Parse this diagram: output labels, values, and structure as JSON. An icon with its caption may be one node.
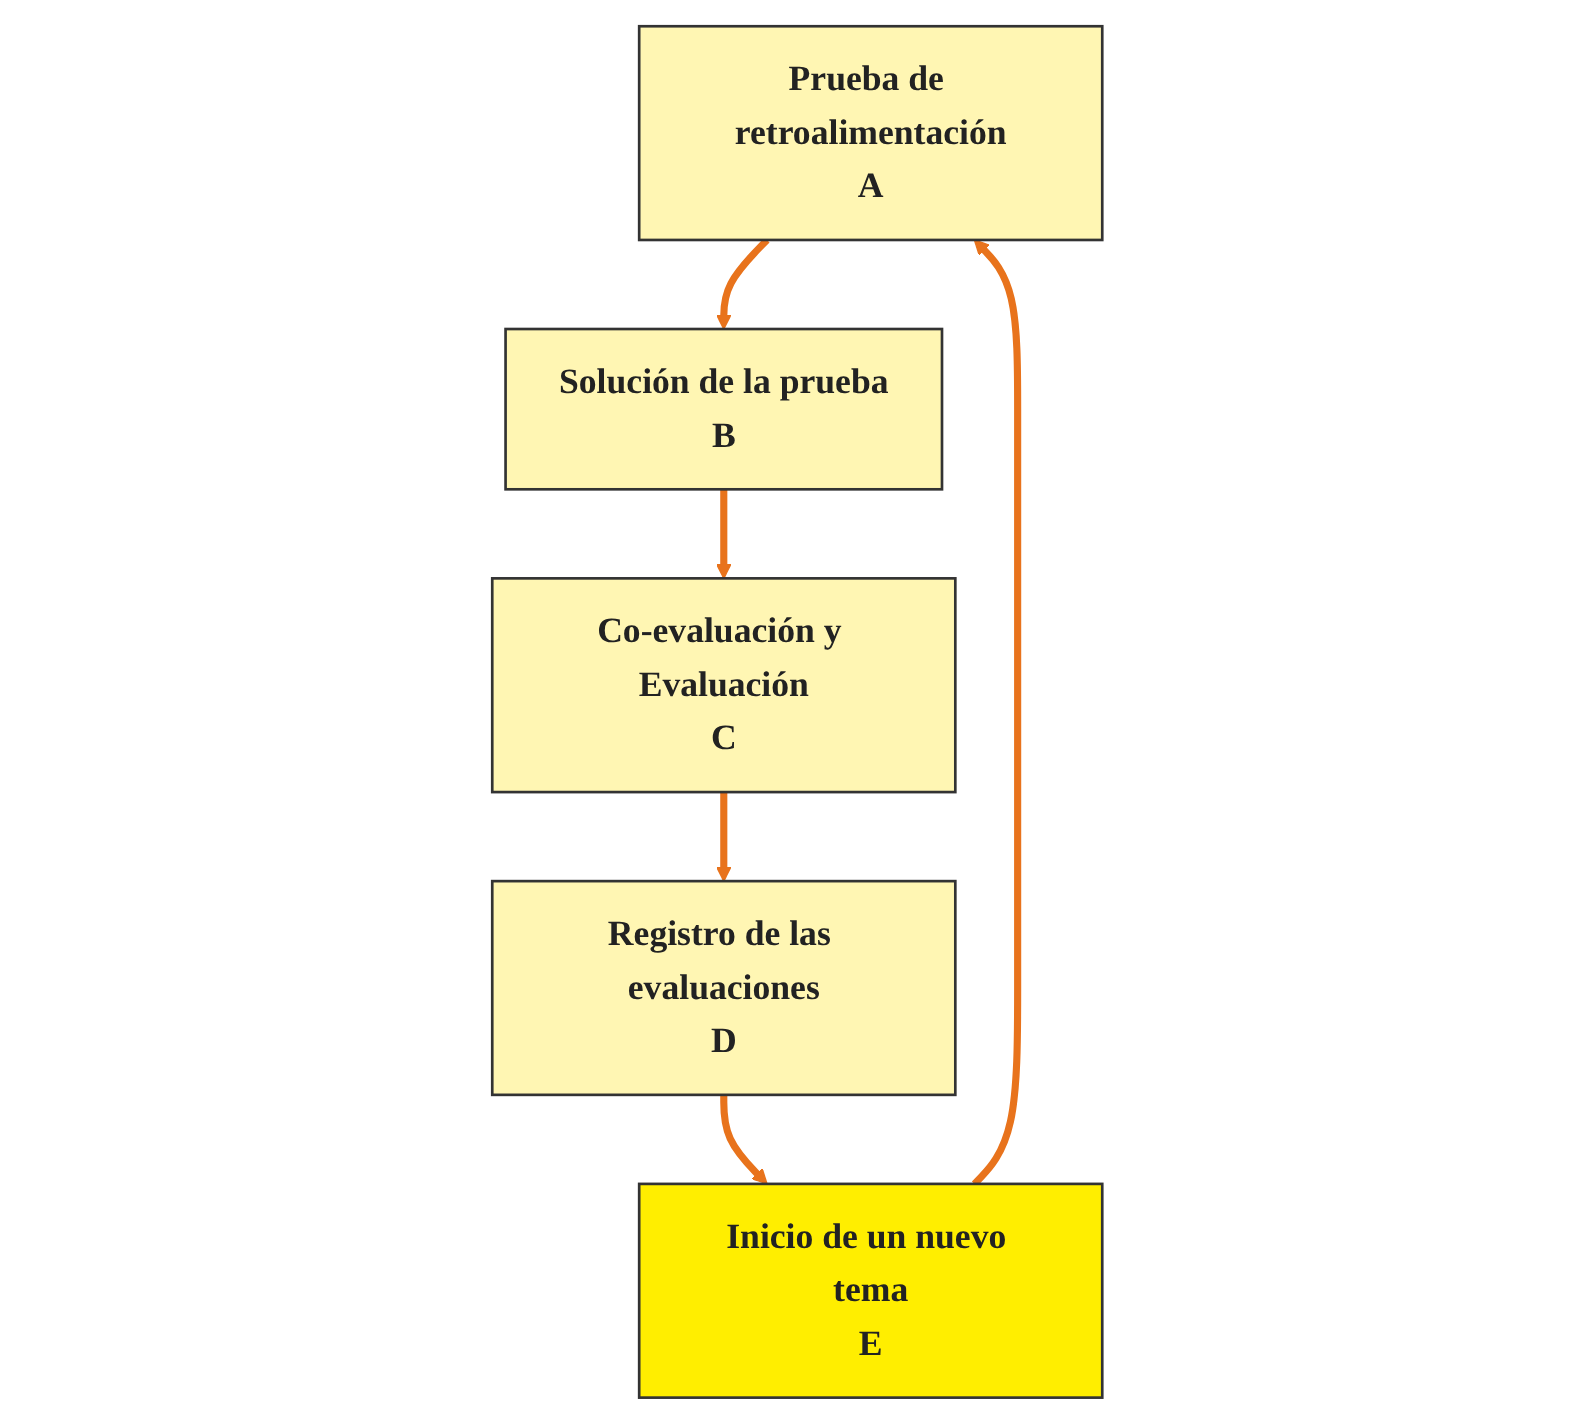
{
  "diagram": {
    "nodes": [
      {
        "text": [
          "Prueba de retroalimentación",
          "A"
        ]
      },
      {
        "text": [
          "Solución de la prueba",
          "B"
        ]
      },
      {
        "text": [
          "Co-evaluación y Evaluación",
          "C"
        ]
      },
      {
        "text": [
          "Registro de las evaluaciones",
          "D"
        ]
      },
      {
        "text": [
          "Inicio de un nuevo tema",
          "E"
        ]
      }
    ],
    "edges": [
      {
        "from": 0,
        "to": 1,
        "arrow": "to"
      },
      {
        "from": 1,
        "to": 2,
        "arrow": "to"
      },
      {
        "from": 2,
        "to": 3,
        "arrow": "to"
      },
      {
        "from": 3,
        "to": 4,
        "arrow": "to"
      },
      {
        "from": 4,
        "to": 0,
        "arrow": "to"
      }
    ]
  }
}
